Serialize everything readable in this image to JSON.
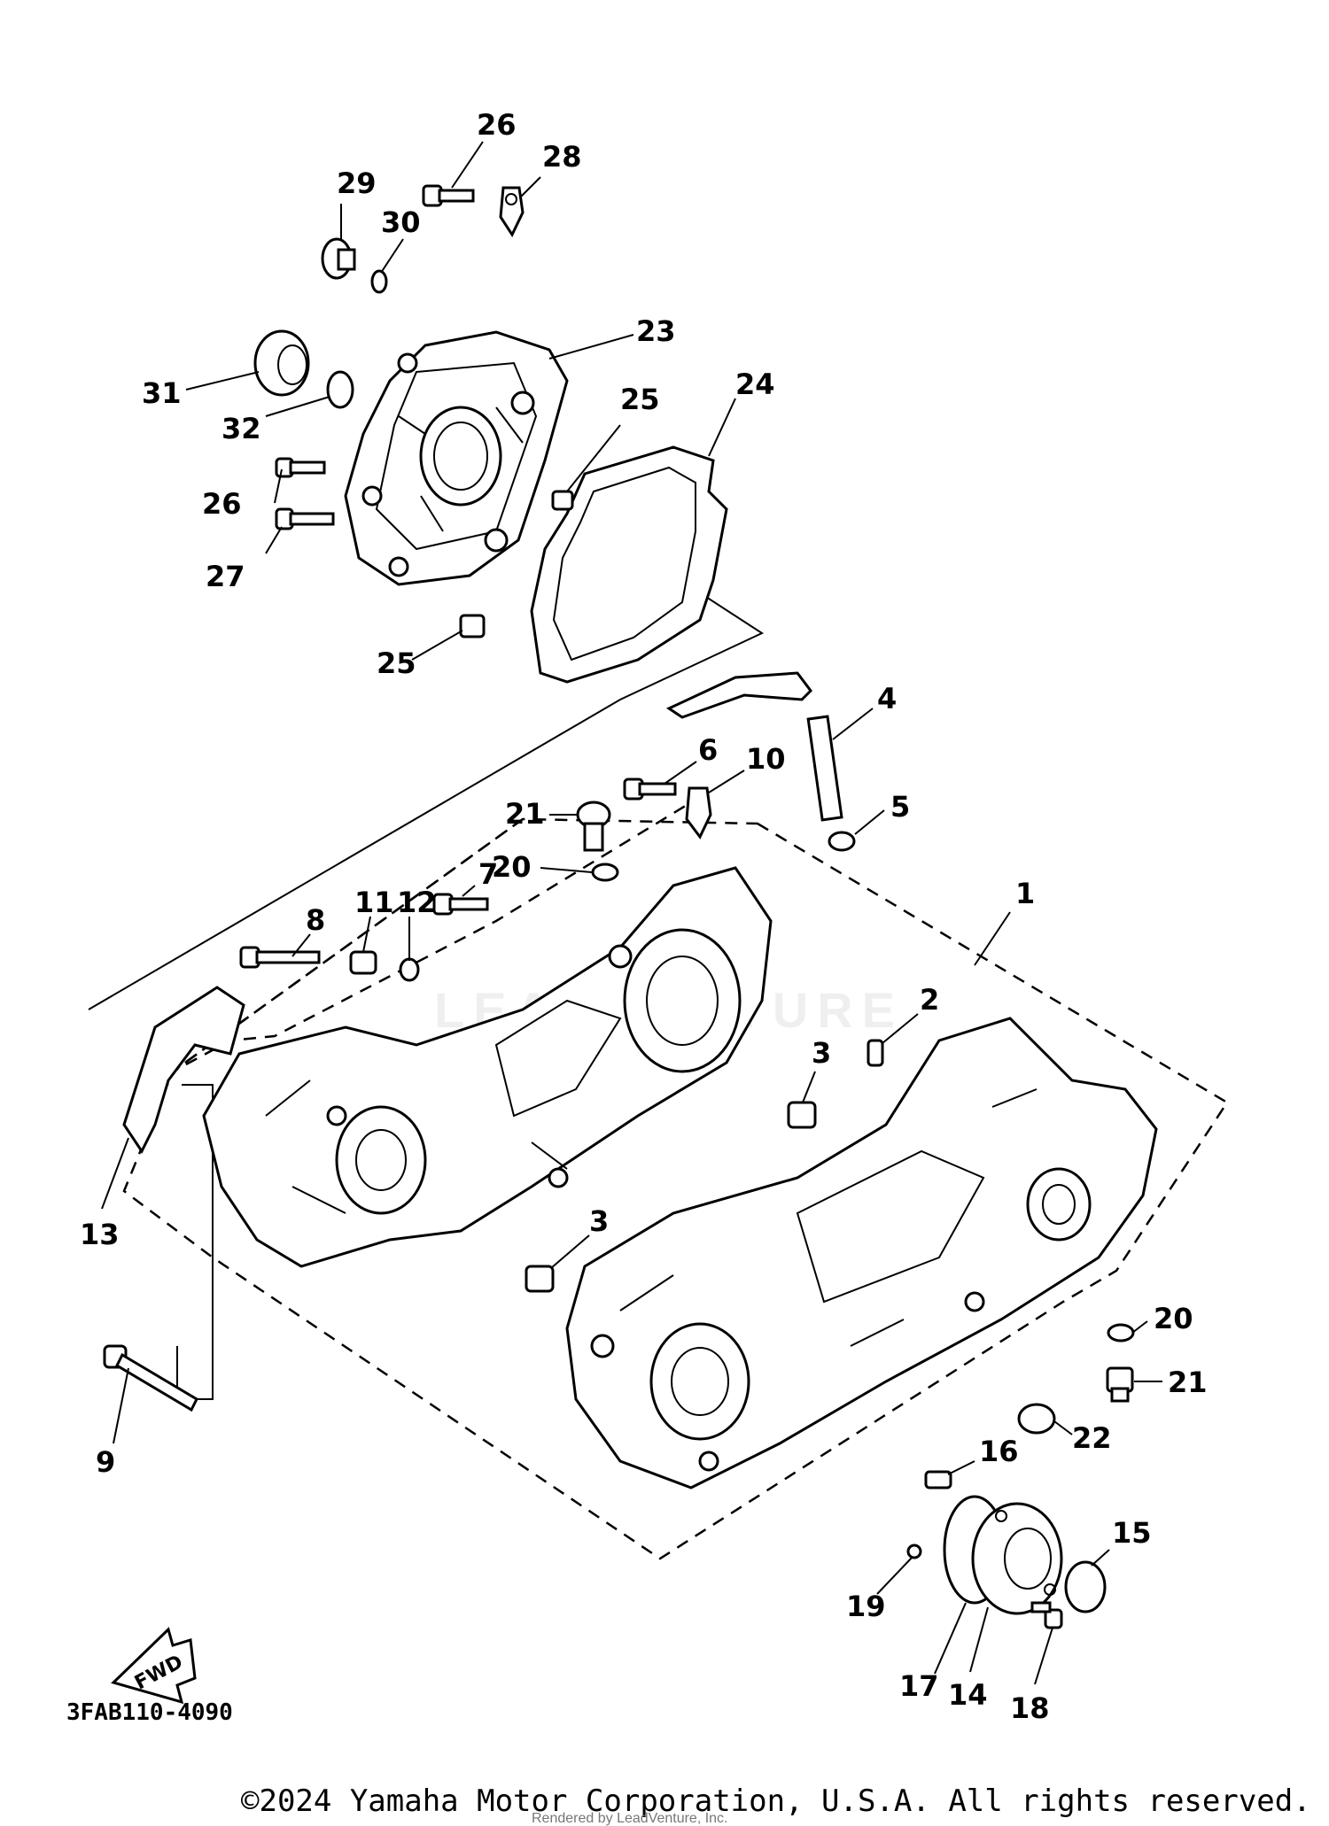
{
  "diagram": {
    "code": "3FAB110-4090",
    "copyright": "©2024 Yamaha Motor Corporation, U.S.A. All rights reserved.",
    "rendered_by": "Rendered by LeadVenture, Inc.",
    "watermark": "LEADVENTURE",
    "fwd_label": "FWD"
  },
  "callouts": [
    {
      "id": "c1",
      "label": "1"
    },
    {
      "id": "c2",
      "label": "2"
    },
    {
      "id": "c3a",
      "label": "3"
    },
    {
      "id": "c3b",
      "label": "3"
    },
    {
      "id": "c4",
      "label": "4"
    },
    {
      "id": "c5",
      "label": "5"
    },
    {
      "id": "c6",
      "label": "6"
    },
    {
      "id": "c7",
      "label": "7"
    },
    {
      "id": "c8",
      "label": "8"
    },
    {
      "id": "c9",
      "label": "9"
    },
    {
      "id": "c10",
      "label": "10"
    },
    {
      "id": "c11",
      "label": "11"
    },
    {
      "id": "c12",
      "label": "12"
    },
    {
      "id": "c13",
      "label": "13"
    },
    {
      "id": "c14",
      "label": "14"
    },
    {
      "id": "c15",
      "label": "15"
    },
    {
      "id": "c16",
      "label": "16"
    },
    {
      "id": "c17",
      "label": "17"
    },
    {
      "id": "c18",
      "label": "18"
    },
    {
      "id": "c19",
      "label": "19"
    },
    {
      "id": "c20a",
      "label": "20"
    },
    {
      "id": "c20b",
      "label": "20"
    },
    {
      "id": "c21a",
      "label": "21"
    },
    {
      "id": "c21b",
      "label": "21"
    },
    {
      "id": "c22",
      "label": "22"
    },
    {
      "id": "c23",
      "label": "23"
    },
    {
      "id": "c24",
      "label": "24"
    },
    {
      "id": "c25a",
      "label": "25"
    },
    {
      "id": "c25b",
      "label": "25"
    },
    {
      "id": "c26a",
      "label": "26"
    },
    {
      "id": "c26b",
      "label": "26"
    },
    {
      "id": "c27",
      "label": "27"
    },
    {
      "id": "c28",
      "label": "28"
    },
    {
      "id": "c29",
      "label": "29"
    },
    {
      "id": "c30",
      "label": "30"
    },
    {
      "id": "c31",
      "label": "31"
    },
    {
      "id": "c32",
      "label": "32"
    }
  ]
}
